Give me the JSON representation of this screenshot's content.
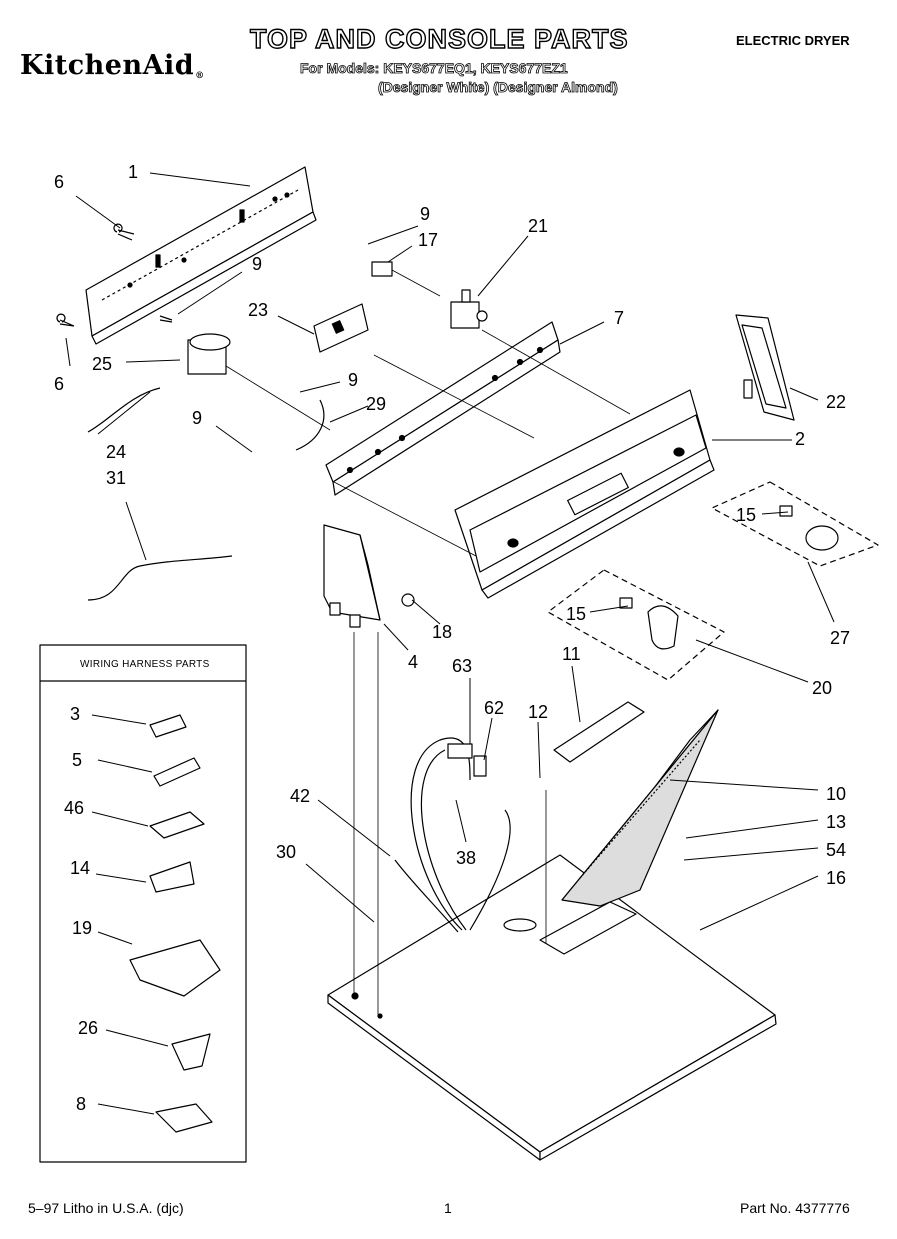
{
  "header": {
    "brand": "KitchenAid",
    "brand_mark": "®",
    "title": "TOP AND CONSOLE PARTS",
    "models": "For Models: KEYS677EQ1, KEYS677EZ1",
    "variants": "(Designer White) (Designer Almond)",
    "doc_type": "ELECTRIC DRYER"
  },
  "inset": {
    "title": "WIRING HARNESS PARTS"
  },
  "callouts": [
    "1",
    "2",
    "3",
    "4",
    "5",
    "6",
    "6",
    "7",
    "8",
    "9",
    "9",
    "9",
    "9",
    "10",
    "11",
    "12",
    "13",
    "14",
    "15",
    "15",
    "16",
    "17",
    "18",
    "19",
    "20",
    "21",
    "22",
    "23",
    "24",
    "25",
    "26",
    "27",
    "29",
    "30",
    "31",
    "38",
    "42",
    "46",
    "54",
    "62",
    "63"
  ],
  "footer": {
    "litho": "5–97 Litho in U.S.A. (djc)",
    "page": "1",
    "part_no": "Part No. 4377776"
  }
}
